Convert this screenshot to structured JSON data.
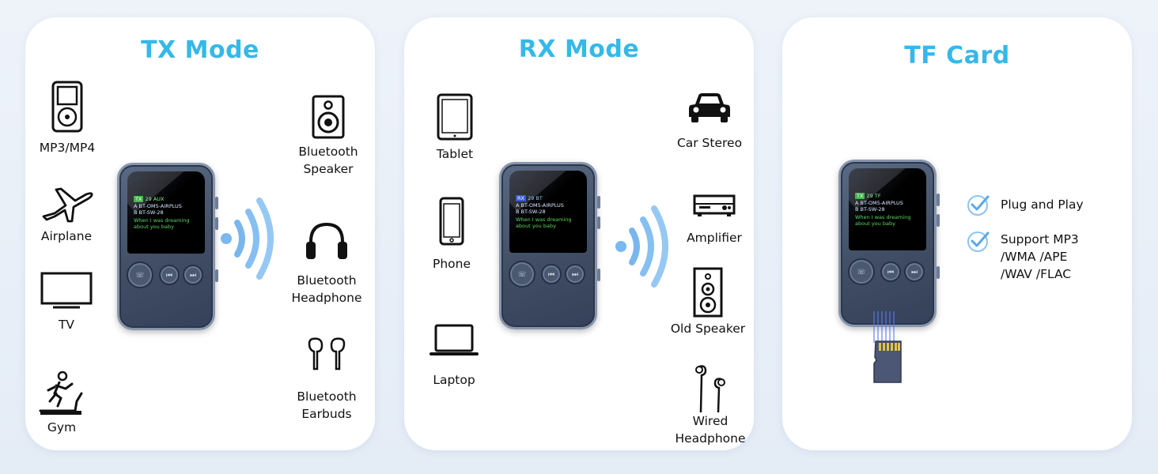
{
  "panels": {
    "tx": {
      "title": "TX Mode",
      "left_items": [
        "MP3/MP4",
        "Airplane",
        "TV",
        "Gym"
      ],
      "right_items": [
        "Bluetooth\nSpeaker",
        "Bluetooth\nHeadphone",
        "Bluetooth\nEarbuds"
      ],
      "screen": {
        "mode": "TX",
        "line1": "29 AUX",
        "line2": "A BT-OM5-AIRPLUS",
        "line3": "B BT-SW-28",
        "line4": "When I was dreaming",
        "line5": "about you baby"
      }
    },
    "rx": {
      "title": "RX Mode",
      "left_items": [
        "Tablet",
        "Phone",
        "Laptop"
      ],
      "right_items": [
        "Car Stereo",
        "Amplifier",
        "Old Speaker",
        "Wired\nHeadphone"
      ],
      "screen": {
        "mode": "RX",
        "line1": "29 BT",
        "line2": "A BT-OM5-AIRPLUS",
        "line3": "B BT-SW-28",
        "line4": "When I was dreaming",
        "line5": "about you baby"
      }
    },
    "tf": {
      "title": "TF Card",
      "features": [
        "Plug and Play",
        "Support MP3\n/WMA /APE\n/WAV /FLAC"
      ],
      "screen": {
        "mode": "TX",
        "line1": "29 TF",
        "line2": "A BT-OM5-AIRPLUS",
        "line3": "B BT-SW-28",
        "line4": "When I was dreaming",
        "line5": "about you baby"
      }
    }
  },
  "colors": {
    "accent": "#35b8ea",
    "panel": "#ffffff",
    "device": "#3f4c63",
    "check": "#6fb3e6"
  },
  "icons": [
    "mp3-player-icon",
    "airplane-icon",
    "tv-icon",
    "treadmill-icon",
    "speaker-icon",
    "headphone-icon",
    "earbuds-icon",
    "tablet-icon",
    "phone-icon",
    "laptop-icon",
    "car-icon",
    "amplifier-icon",
    "tower-speaker-icon",
    "wired-earphone-icon",
    "check-icon",
    "tf-card-icon",
    "wireless-waves-icon"
  ]
}
